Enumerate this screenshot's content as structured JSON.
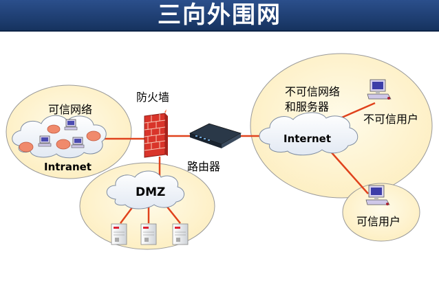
{
  "header": {
    "title": "三向外围网"
  },
  "diagram": {
    "firewall_label": "防火墙",
    "router_label": "路由器",
    "trusted_network": {
      "label": "可信网络",
      "cloud_label": "Intranet"
    },
    "dmz": {
      "cloud_label": "DMZ"
    },
    "internet_zone": {
      "label_line1": "不可信网络",
      "label_line2": "和服务器",
      "cloud_label": "Internet",
      "untrusted_user_label": "不可信用户"
    },
    "trusted_user_zone": {
      "label": "可信用户"
    }
  },
  "colors": {
    "header_bg": "#1f3f75",
    "zone_fill": "#fff6d8",
    "cloud_fill": "#f4f7fb",
    "link_red": "#e0421c",
    "firewall_red": "#d9342a"
  }
}
